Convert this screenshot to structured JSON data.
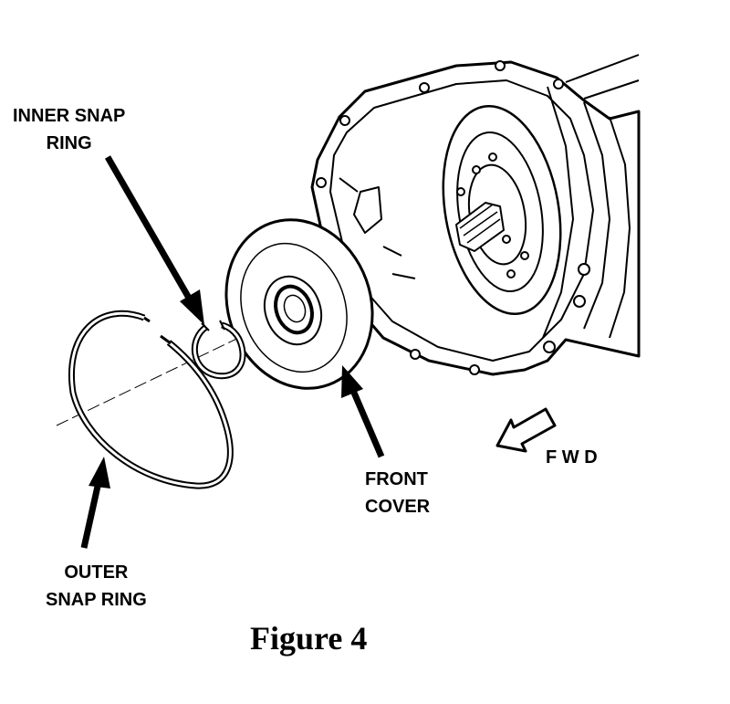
{
  "labels": {
    "inner_snap_ring": [
      "INNER SNAP",
      "RING"
    ],
    "outer_snap_ring": [
      "OUTER",
      "SNAP RING"
    ],
    "front_cover": [
      "FRONT",
      "COVER"
    ],
    "direction": "F W D"
  },
  "caption": "Figure 4"
}
